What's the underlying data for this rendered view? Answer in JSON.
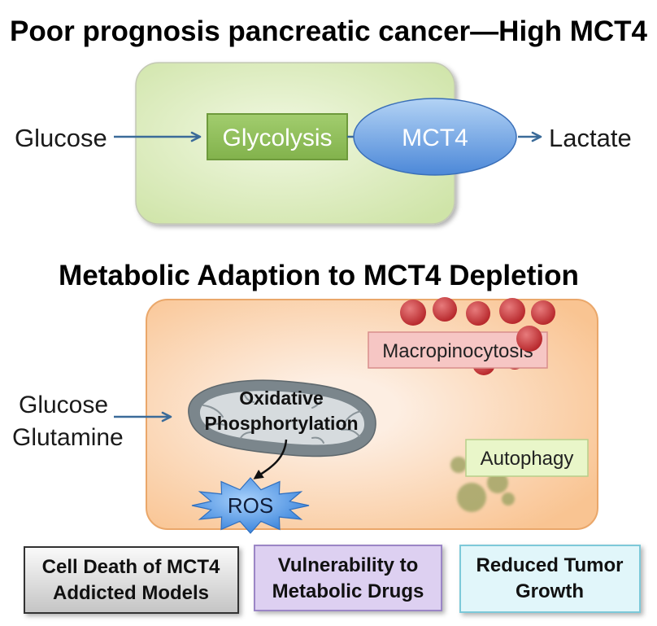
{
  "titles": {
    "top": "Poor prognosis pancreatic cancer—High MCT4",
    "bottom": "Metabolic Adaption to MCT4 Depletion"
  },
  "top_panel": {
    "input": "Glucose",
    "process": "Glycolysis",
    "transporter": "MCT4",
    "output": "Lactate"
  },
  "bottom_panel": {
    "inputs": [
      "Glucose",
      "Glutamine"
    ],
    "mitochondrion_label": [
      "Oxidative",
      "Phosphortylation"
    ],
    "ros": "ROS",
    "macropinocytosis": "Macropinocytosis",
    "autophagy": "Autophagy"
  },
  "outcomes": [
    {
      "lines": [
        "Cell Death of MCT4",
        "Addicted Models"
      ]
    },
    {
      "lines": [
        "Vulnerability to",
        "Metabolic Drugs"
      ]
    },
    {
      "lines": [
        "Reduced Tumor",
        "Growth"
      ]
    }
  ],
  "colors": {
    "arrow": "#3b6b99",
    "top_panel_light": "#f1f8e2",
    "top_panel_dark": "#cfe4a8",
    "glycolysis_light": "#a2cd6e",
    "glycolysis_dark": "#82b24c",
    "mct4_light": "#b3d3f5",
    "mct4_dark": "#4c88d8",
    "bottom_panel_center": "#fdeee2",
    "bottom_panel_edge": "#f9c492",
    "vesicle_light": "#e77b7c",
    "vesicle_dark": "#b8292d",
    "macropinocytosis_box": "#f6c6c4",
    "mitochondrion_outer": "#7b868c",
    "mitochondrion_inner": "#d6dbde",
    "ros_light": "#a7d0fb",
    "ros_dark": "#3d86dc",
    "autophagy_box": "#e9f6c9",
    "autophagosome": "#a3a667",
    "outcome_death_light": "#fafafa",
    "outcome_death_dark": "#c4c4c4",
    "outcome_drugs": "#ddd0f1",
    "outcome_growth": "#e1f6fa"
  }
}
